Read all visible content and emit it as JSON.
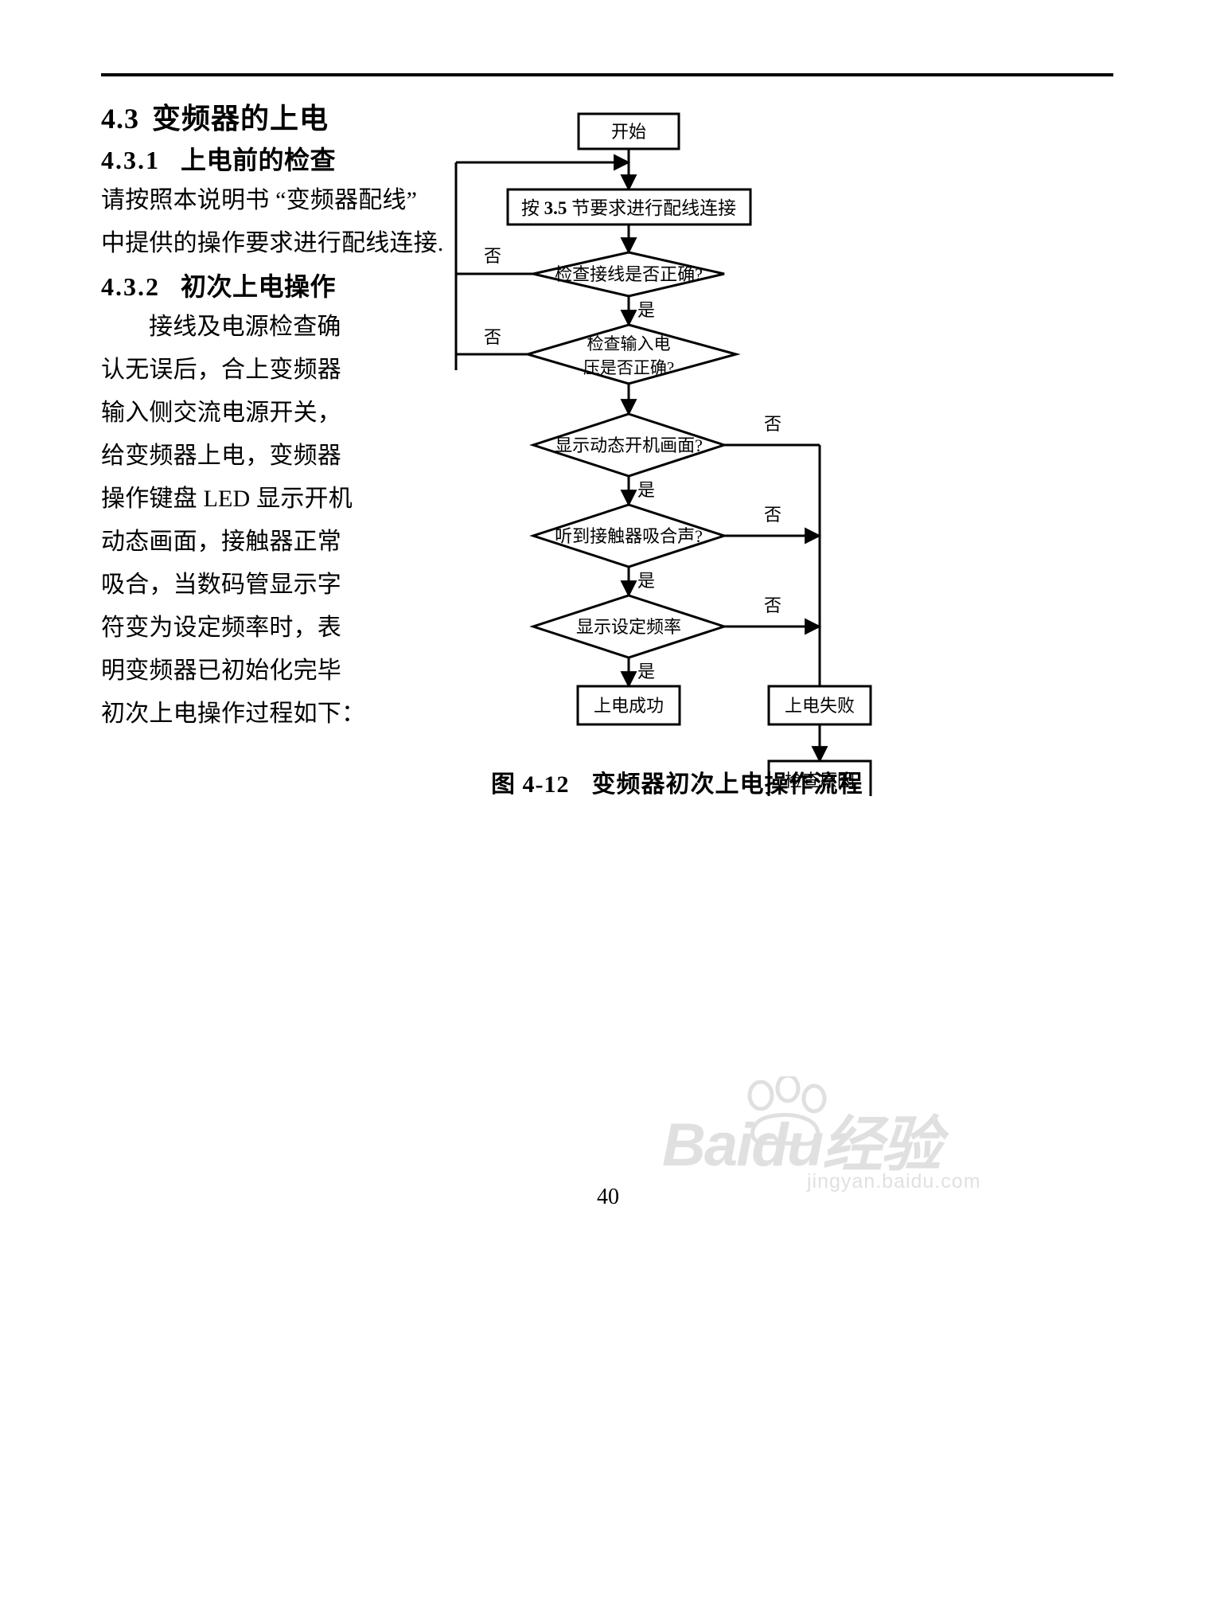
{
  "document": {
    "page_number": "40"
  },
  "section": {
    "heading_number": "4.3",
    "heading_title": "变频器的上电",
    "sub1_number": "4.3.1",
    "sub1_title": "上电前的检查",
    "sub1_body_lines": [
      "请按照本说明书 “变频器配线”",
      "中提供的操作要求进行配线连接."
    ],
    "sub2_number": "4.3.2",
    "sub2_title": "初次上电操作",
    "sub2_body_lines": [
      "接线及电源检查确",
      "认无误后，合上变频器",
      "输入侧交流电源开关，",
      "给变频器上电，变频器",
      "操作键盘 LED 显示开机",
      "动态画面，接触器正常",
      "吸合，当数码管显示字",
      "符变为设定频率时，表",
      "明变频器已初始化完毕",
      "初次上电操作过程如下："
    ]
  },
  "flowchart": {
    "nodes": {
      "start": "开始",
      "wiring": {
        "prefix": "按 ",
        "number": "3.5",
        "suffix": " 节要求进行配线连接"
      },
      "check_wiring": "检查接线是否正确?",
      "check_voltage_line1": "检查输入电",
      "check_voltage_line2": "压是否正确?",
      "show_boot_anim": "显示动态开机画面?",
      "hear_contactor": "听到接触器吸合声?",
      "show_set_freq": "显示设定频率",
      "power_success": "上电成功",
      "power_fail": "上电失败",
      "check_reason": "检查原因"
    },
    "edge_labels": {
      "no": "否",
      "yes": "是"
    }
  },
  "caption": {
    "label": "图 4-12",
    "title": "变频器初次上电操作流程"
  },
  "watermark": {
    "brand": "Baidu经验",
    "url": "jingyan.baidu.com"
  }
}
